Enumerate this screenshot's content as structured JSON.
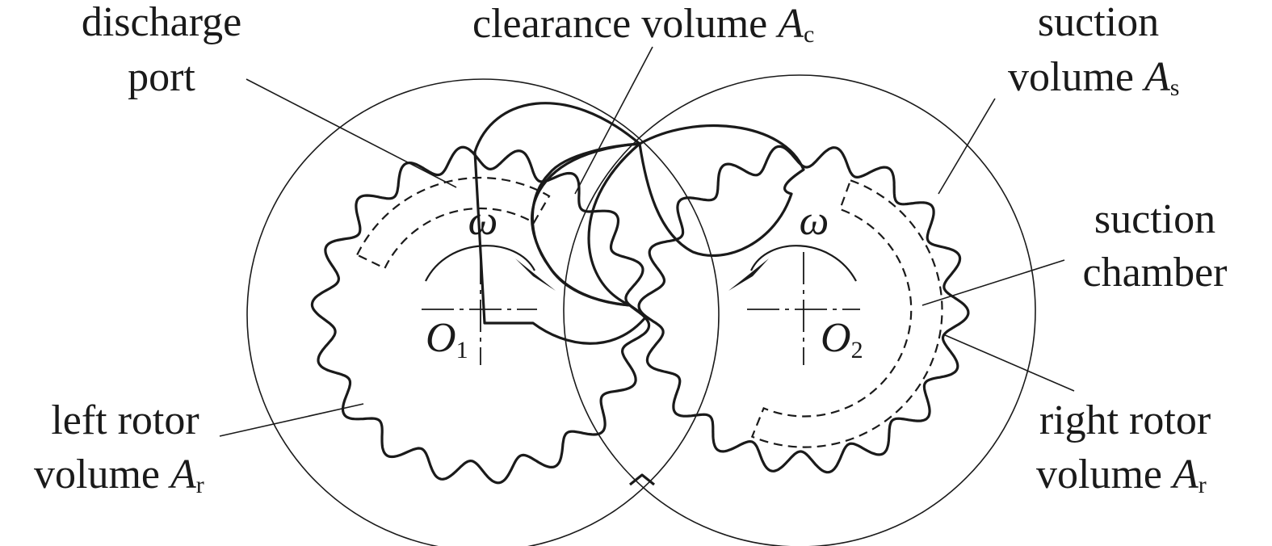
{
  "labels": {
    "discharge_line1": "discharge",
    "discharge_line2": "port",
    "clearance_text": "clearance volume ",
    "clearance_sym": "A",
    "clearance_sub": "c",
    "suction_vol_line1": "suction",
    "suction_vol_text": "volume ",
    "suction_vol_sym": "A",
    "suction_vol_sub": "s",
    "suction_chamber_line1": "suction",
    "suction_chamber_line2": "chamber",
    "left_rotor_line1": "left rotor",
    "left_rotor_text": "volume ",
    "left_rotor_sym": "A",
    "left_rotor_sub": "r",
    "right_rotor_line1": "right rotor",
    "right_rotor_text": "volume ",
    "right_rotor_sym": "A",
    "right_rotor_sub": "r",
    "omega_left": "ω",
    "omega_right": "ω",
    "center_left_sym": "O",
    "center_left_sub": "1",
    "center_right_sym": "O",
    "center_right_sub": "2"
  },
  "colors": {
    "ink": "#1a1a1a",
    "background": "#ffffff"
  }
}
